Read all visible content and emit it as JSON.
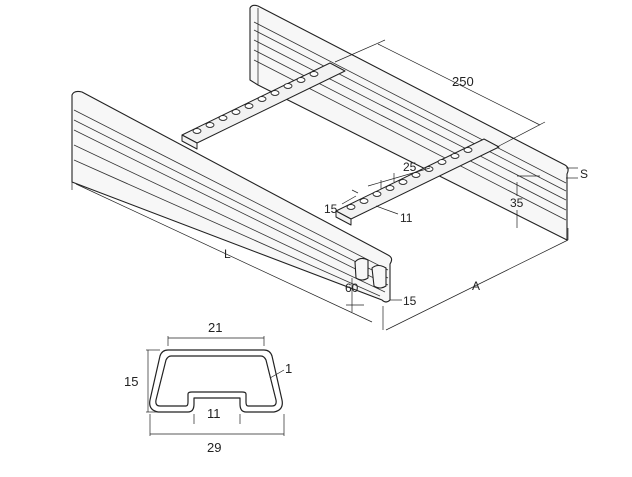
{
  "labels": {
    "width_250": "250",
    "hole_pitch_25": "25",
    "hole_width_15": "15",
    "hole_height_11": "11",
    "depth_35": "35",
    "thickness_s": "S",
    "length_l": "L",
    "height_60": "60",
    "flange_15": "15",
    "width_a": "A"
  },
  "profile": {
    "top_21": "21",
    "height_15": "15",
    "gap_11": "11",
    "bottom_29": "29",
    "thickness_1": "1"
  }
}
